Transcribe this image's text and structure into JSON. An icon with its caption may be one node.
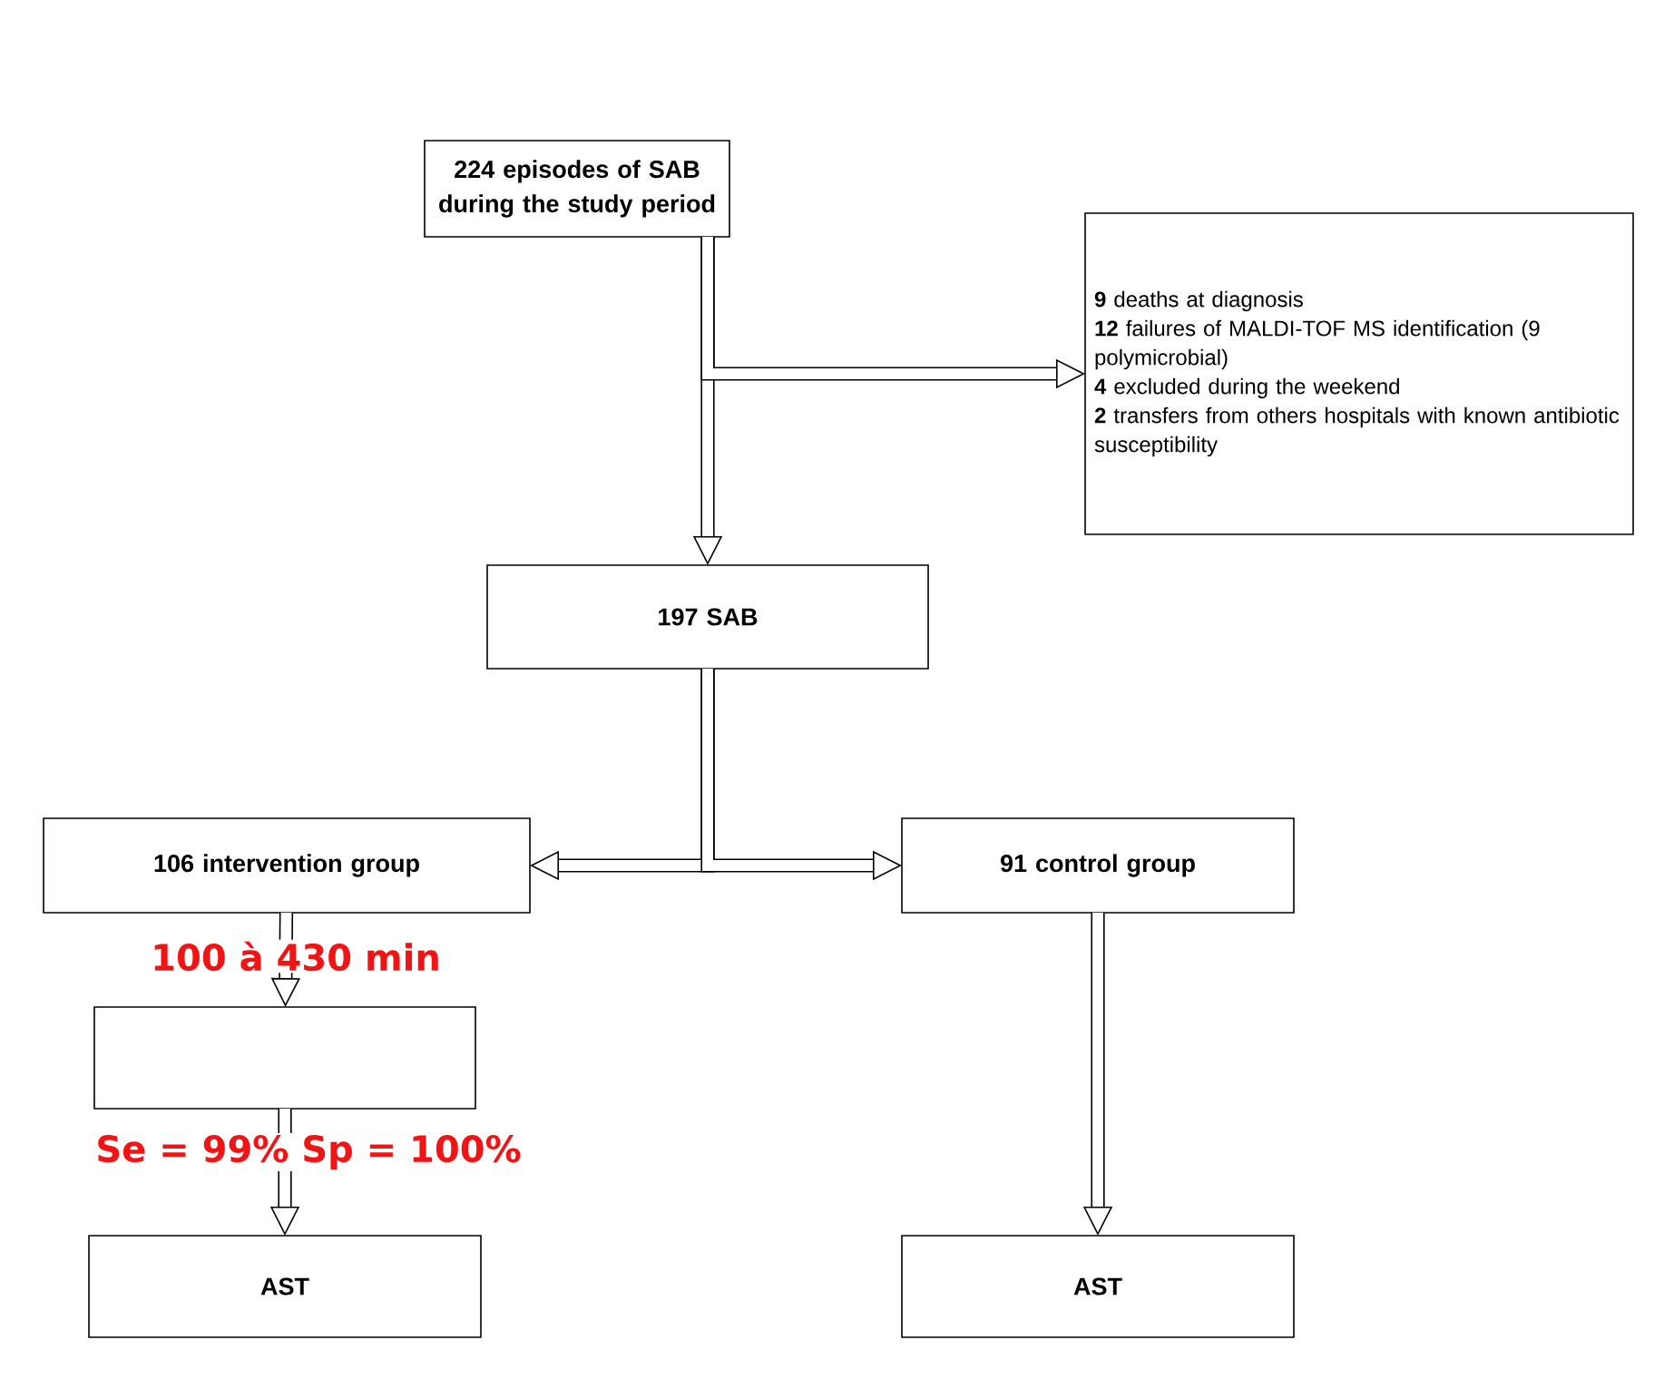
{
  "diagram": {
    "nodes": [
      {
        "text": [
          "224 episodes of SAB during the study period"
        ]
      },
      {
        "text": [
          "**9** deaths at diagnosis",
          "**12** failures of MALDI-TOF MS identification (9 polymicrobial)",
          "**4** excluded during the weekend",
          "**2** transfers from others hospitals with known antibiotic susceptibility"
        ]
      },
      {
        "text": [
          "197 SAB"
        ]
      },
      {
        "text": [
          "106 intervention group"
        ]
      },
      {
        "text": [
          "91 control group"
        ]
      },
      {
        "text": [],
        "shape": "box"
      },
      {
        "text": [
          "AST"
        ]
      },
      {
        "text": [
          "AST"
        ]
      }
    ],
    "edges": [
      {
        "from": 0,
        "to": 2,
        "arrow": "to"
      },
      {
        "from": 0,
        "to": 1,
        "arrow": "to"
      },
      {
        "from": 2,
        "to": 3,
        "arrow": "to"
      },
      {
        "from": 2,
        "to": 4,
        "arrow": "to"
      },
      {
        "from": 3,
        "to": 5,
        "arrow": "to",
        "label": "100 à 430 min"
      },
      {
        "from": 5,
        "to": 6,
        "arrow": "to",
        "label": "Se = 99% Sp = 100%"
      },
      {
        "from": 4,
        "to": 7,
        "arrow": "to"
      }
    ]
  }
}
